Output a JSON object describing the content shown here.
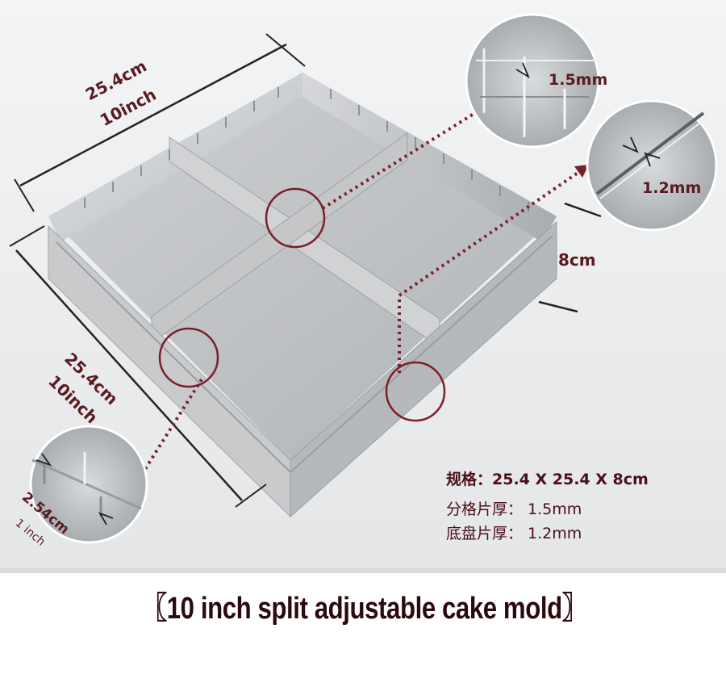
{
  "dimensions": {
    "top_cm": "25.4cm",
    "top_inch": "10inch",
    "side_cm": "25.4cm",
    "side_inch": "10inch",
    "height": "8cm",
    "divider_gap": "1.5mm",
    "base_gap": "1.2mm",
    "slot_spacing_cm": "2.54cm",
    "slot_spacing_inch": "1 inch"
  },
  "specs": {
    "size": "规格：25.4 X 25.4 X 8cm",
    "divider_thickness": "分格片厚： 1.5mm",
    "base_thickness": "底盘片厚： 1.2mm"
  },
  "caption": "〖10 inch split adjustable cake mold〗",
  "colors": {
    "accent": "#7a1f2b",
    "label": "#5a1a22",
    "metal": "#c9cbcd"
  }
}
